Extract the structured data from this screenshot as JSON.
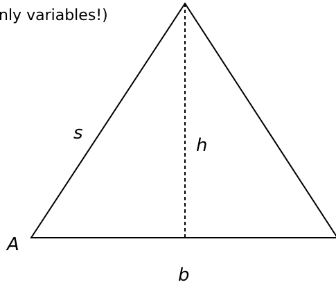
{
  "caption": "nly variables!)",
  "labels": {
    "side": "s",
    "height": "h",
    "vertex": "A",
    "base": "b"
  }
}
